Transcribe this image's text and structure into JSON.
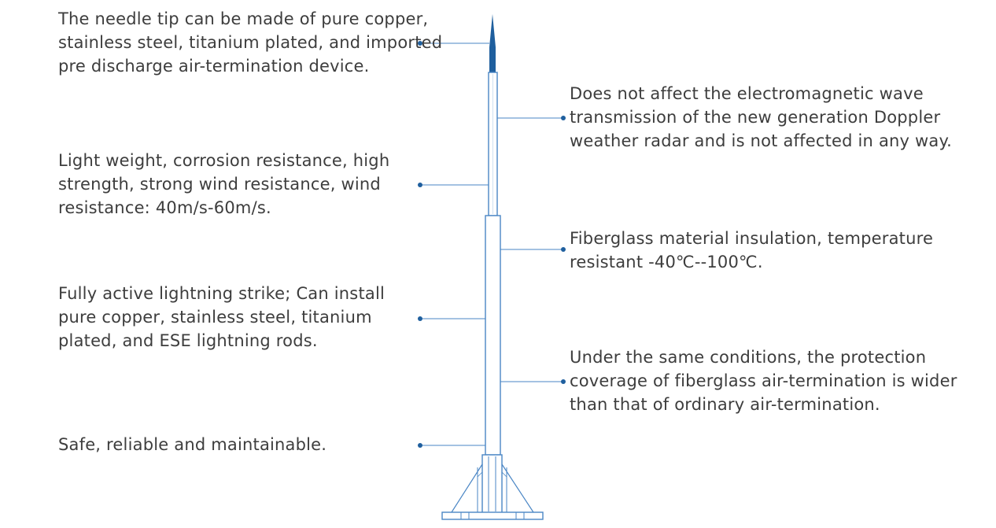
{
  "colors": {
    "accent": "#1f5f9e",
    "structure": "#4a86c5",
    "text": "#3d3d3d",
    "background": "#ffffff"
  },
  "left_annotations": [
    {
      "name": "needle-tip-note",
      "lines": [
        "The needle tip can be made of pure copper,",
        "stainless steel, titanium plated, and imported",
        "pre discharge air-termination device."
      ]
    },
    {
      "name": "light-weight-note",
      "lines": [
        "Light weight, corrosion resistance, high",
        "strength, strong wind resistance, wind",
        "resistance: 40m/s-60m/s."
      ]
    },
    {
      "name": "active-strike-note",
      "lines": [
        "Fully active lightning strike; Can install",
        "pure copper, stainless steel, titanium",
        "plated, and ESE lightning rods."
      ]
    },
    {
      "name": "safe-note",
      "lines": [
        "Safe, reliable and maintainable."
      ]
    }
  ],
  "right_annotations": [
    {
      "name": "radar-note",
      "lines": [
        "Does not affect the electromagnetic wave",
        "transmission of the new generation Doppler",
        "weather radar and is not affected in any way."
      ]
    },
    {
      "name": "insulation-note",
      "lines": [
        "Fiberglass material insulation, temperature",
        "resistant -40℃--100℃."
      ]
    },
    {
      "name": "coverage-note",
      "lines": [
        "Under the same conditions, the protection",
        "coverage of fiberglass air-termination is wider",
        "than that of ordinary air-termination."
      ]
    }
  ]
}
